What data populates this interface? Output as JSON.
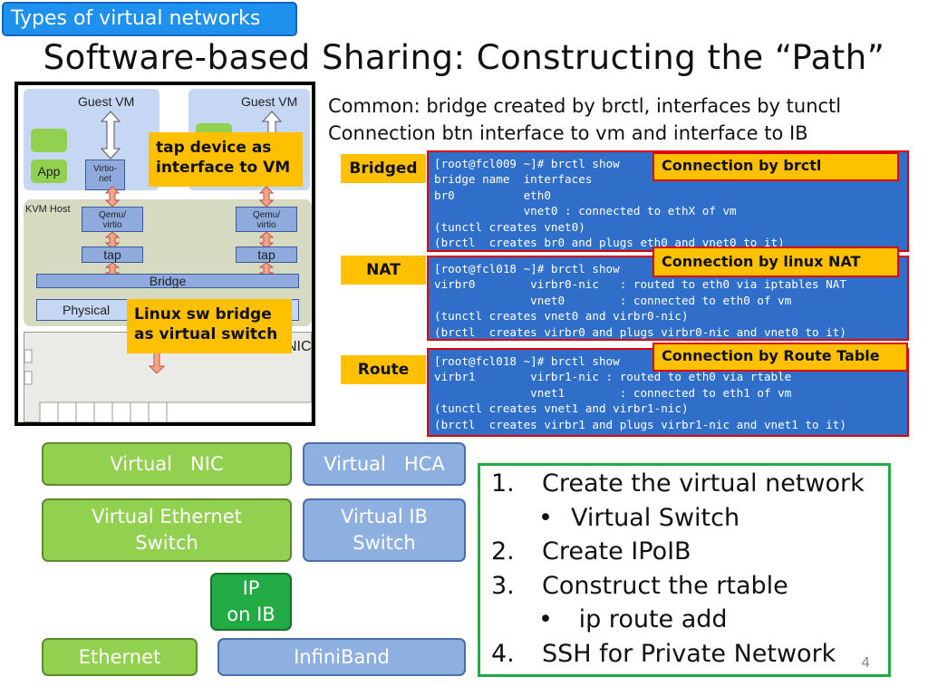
{
  "section_tag": "Types of virtual networks",
  "title": "Software-based Sharing: Constructing the “Path”",
  "diagram": {
    "guest_vm_left": "Guest VM",
    "guest_vm_right": "Guest VM",
    "app": "App",
    "virtio_net": "Virtio-\nnet",
    "kvm_host": "KVM Host",
    "qemu_virtio": "Qemu/\nvirtio",
    "tap": "tap",
    "bridge": "Bridge",
    "physical": "Physical",
    "nic": "NIC",
    "callout_tap": "tap device as\ninterface to VM",
    "callout_bridge": "Linux sw bridge\nas virtual switch"
  },
  "common_line1": "Common: bridge created by brctl, interfaces by tunctl",
  "common_line2": "Connection btn interface to vm and interface to IB",
  "modes": [
    {
      "label": "Bridged",
      "connection": "Connection by brctl",
      "terminal": "[root@fcl009 ~]# brctl show\nbridge name  interfaces\nbr0          eth0\n             vnet0 : connected to ethX of vm\n(tunctl creates vnet0)\n(brctl  creates br0 and plugs eth0 and vnet0 to it)"
    },
    {
      "label": "NAT",
      "connection": "Connection by linux NAT",
      "terminal": "[root@fcl018 ~]# brctl show\nvirbr0        virbr0-nic   : routed to eth0 via iptables NAT\n              vnet0        : connected to eth0 of vm\n(tunctl creates vnet0 and virbr0-nic)\n(brctl  creates virbr0 and plugs virbr0-nic and vnet0 to it)"
    },
    {
      "label": "Route",
      "connection": "Connection by Route Table",
      "terminal": "[root@fcl018 ~]# brctl show\nvirbr1        virbr1-nic : routed to eth0 via rtable\n              vnet1        : connected to eth1 of vm\n(tunctl creates vnet1 and virbr1-nic)\n(brctl  creates virbr1 and plugs virbr1-nic and vnet1 to it)"
    }
  ],
  "stack": {
    "virtual_nic": "Virtual   NIC",
    "virtual_hca": "Virtual   HCA",
    "virtual_eth_switch": "Virtual Ethernet\nSwitch",
    "virtual_ib_switch": "Virtual IB\nSwitch",
    "ip_on_ib": "IP\non IB",
    "ethernet": "Ethernet",
    "infiniband": "InfiniBand"
  },
  "steps": [
    {
      "num": "1.",
      "text": "Create the virtual network",
      "sub": false
    },
    {
      "num": "•",
      "text": "Virtual Switch",
      "sub": true
    },
    {
      "num": "2.",
      "text": "Create IPoIB",
      "sub": false
    },
    {
      "num": "3.",
      "text": "Construct the rtable",
      "sub": false
    },
    {
      "num": "•",
      "text": " ip route add",
      "sub": true
    },
    {
      "num": "4.",
      "text": "SSH for Private Network",
      "sub": false
    }
  ],
  "page_number": "4",
  "colors": {
    "accent_orange": "#ffc000",
    "terminal_blue": "#2f6fc9",
    "green": "#92d050",
    "light_blue": "#8eb0e0"
  }
}
